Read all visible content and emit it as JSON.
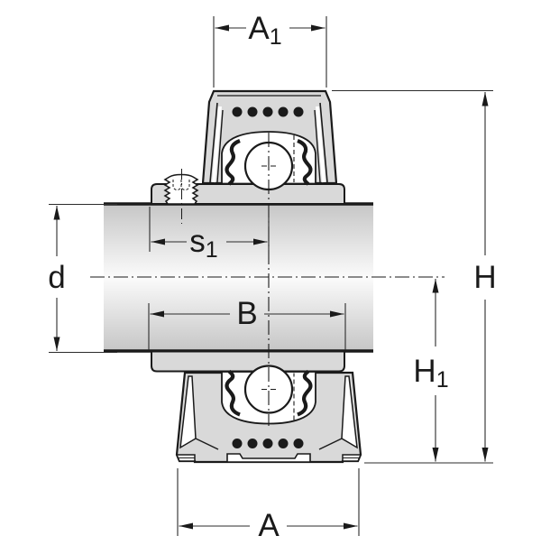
{
  "diagram": {
    "type": "engineering-drawing",
    "subject": "ball-bearing-unit-cross-section",
    "dimension_labels": {
      "a1": {
        "main": "A",
        "sub": "1"
      },
      "s1": {
        "main": "s",
        "sub": "1"
      },
      "d": {
        "main": "d",
        "sub": ""
      },
      "b": {
        "main": "B",
        "sub": ""
      },
      "h": {
        "main": "H",
        "sub": ""
      },
      "h1": {
        "main": "H",
        "sub": "1"
      },
      "a": {
        "main": "A",
        "sub": ""
      }
    },
    "lubrication_holes": {
      "upper_half": 5,
      "lower_half": 5
    },
    "colors": {
      "outline": "#1a1a1a",
      "housing_fill": "#d9d9d9",
      "dimension_line": "#2b2b2b",
      "background": "#ffffff",
      "shaft_gradient_edge": "#c6c6c6",
      "shaft_gradient_center": "#fbfbfb"
    }
  }
}
